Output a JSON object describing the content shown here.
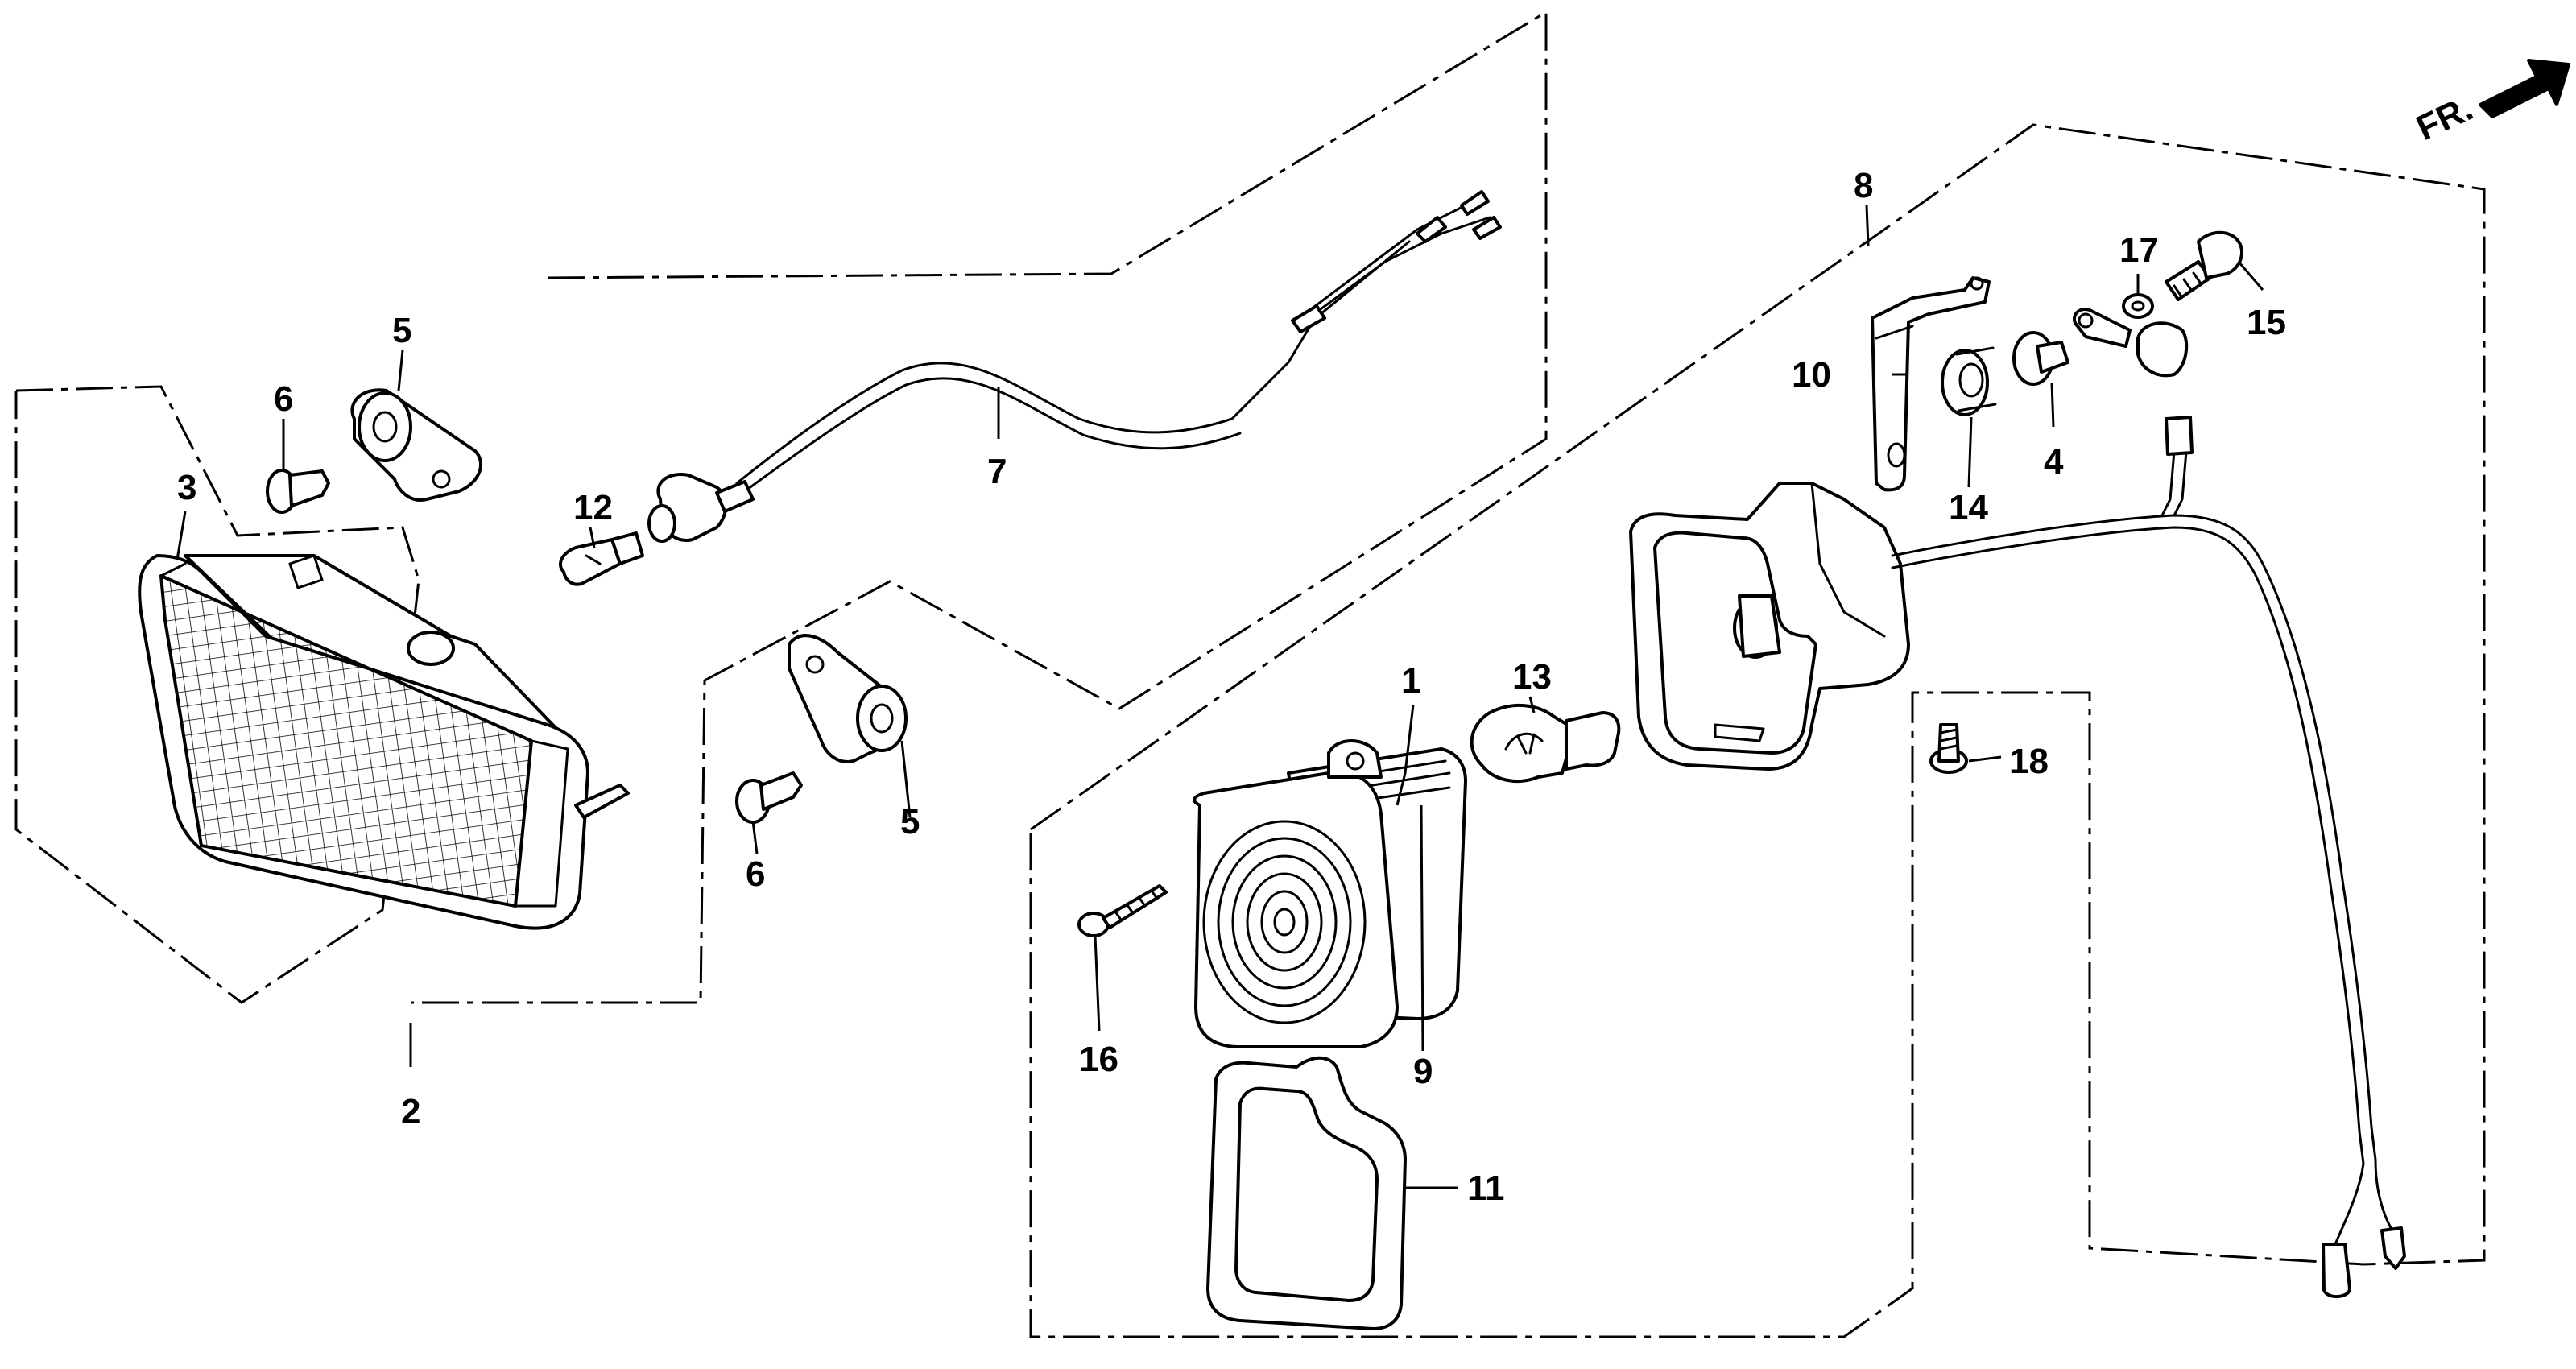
{
  "direction_label": "FR.",
  "callouts": [
    {
      "id": "1",
      "label": "1"
    },
    {
      "id": "2",
      "label": "2"
    },
    {
      "id": "3",
      "label": "3"
    },
    {
      "id": "4",
      "label": "4"
    },
    {
      "id": "5a",
      "label": "5"
    },
    {
      "id": "5b",
      "label": "5"
    },
    {
      "id": "6a",
      "label": "6"
    },
    {
      "id": "6b",
      "label": "6"
    },
    {
      "id": "7",
      "label": "7"
    },
    {
      "id": "8",
      "label": "8"
    },
    {
      "id": "9",
      "label": "9"
    },
    {
      "id": "10",
      "label": "10"
    },
    {
      "id": "11",
      "label": "11"
    },
    {
      "id": "12",
      "label": "12"
    },
    {
      "id": "13",
      "label": "13"
    },
    {
      "id": "14",
      "label": "14"
    },
    {
      "id": "15",
      "label": "15"
    },
    {
      "id": "16",
      "label": "16"
    },
    {
      "id": "17",
      "label": "17"
    },
    {
      "id": "18",
      "label": "18"
    }
  ]
}
